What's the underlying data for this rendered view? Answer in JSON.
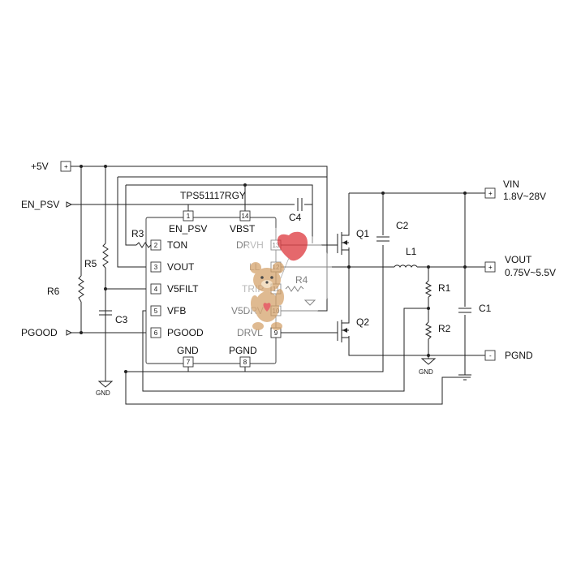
{
  "chip": {
    "name": "TPS51117RGY",
    "pins": [
      {
        "num": "1",
        "label": "EN_PSV"
      },
      {
        "num": "2",
        "label": "TON"
      },
      {
        "num": "3",
        "label": "VOUT"
      },
      {
        "num": "4",
        "label": "V5FILT"
      },
      {
        "num": "5",
        "label": "VFB"
      },
      {
        "num": "6",
        "label": "PGOOD"
      },
      {
        "num": "7",
        "label": "GND"
      },
      {
        "num": "8",
        "label": "PGND"
      },
      {
        "num": "9",
        "label": "DRVL"
      },
      {
        "num": "10",
        "label": "V5DRV"
      },
      {
        "num": "11",
        "label": "TRIP"
      },
      {
        "num": "12",
        "label": "LL"
      },
      {
        "num": "13",
        "label": "DRVH"
      },
      {
        "num": "14",
        "label": "VBST"
      }
    ]
  },
  "terminals": {
    "p5v": {
      "label": "+5V",
      "sign": "+"
    },
    "en_psv": {
      "label": "EN_PSV"
    },
    "pgood": {
      "label": "PGOOD"
    },
    "vin": {
      "label": "VIN",
      "range": "1.8V~28V",
      "sign": "+"
    },
    "vout": {
      "label": "VOUT",
      "range": "0.75V~5.5V",
      "sign": "+"
    },
    "pgnd": {
      "label": "PGND",
      "sign": "-"
    }
  },
  "components": {
    "r1": "R1",
    "r2": "R2",
    "r3": "R3",
    "r4": "R4",
    "r5": "R5",
    "r6": "R6",
    "c1": "C1",
    "c2": "C2",
    "c3": "C3",
    "c4": "C4",
    "l1": "L1",
    "q1": "Q1",
    "q2": "Q2"
  },
  "grounds": {
    "gnd_left": "GND",
    "gnd_mid": "GND"
  },
  "colors": {
    "wire": "#222222",
    "bear": "#d9ab7a",
    "heart": "#e0474c"
  }
}
